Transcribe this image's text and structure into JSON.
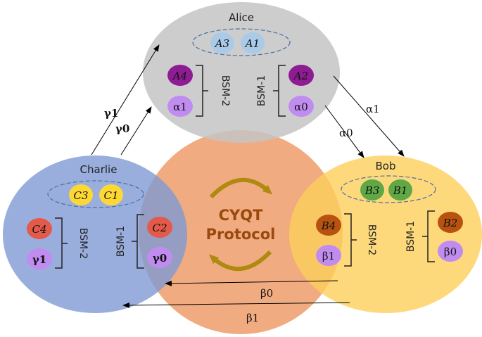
{
  "center": {
    "line1": "CYQT",
    "line2": "Protocol"
  },
  "alice": {
    "name": "Alice",
    "pair": [
      "A3",
      "A1"
    ],
    "left_nodes": [
      "A4",
      "α1"
    ],
    "left_bsm": "BSM-2",
    "right_nodes": [
      "A2",
      "α0"
    ],
    "right_bsm": "BSM-1"
  },
  "bob": {
    "name": "Bob",
    "pair": [
      "B3",
      "B1"
    ],
    "left_nodes": [
      "B4",
      "β1"
    ],
    "left_bsm": "BSM-2",
    "right_nodes": [
      "B2",
      "β0"
    ],
    "right_bsm": "BSM-1"
  },
  "charlie": {
    "name": "Charlie",
    "pair": [
      "C3",
      "C1"
    ],
    "left_nodes": [
      "C4",
      "γ1"
    ],
    "left_bsm": "BSM-2",
    "right_nodes": [
      "C2",
      "γ0"
    ],
    "right_bsm": "BSM-1"
  },
  "arrows": {
    "gamma1": "γ1",
    "gamma0": "γ0",
    "alpha1": "α1",
    "alpha0": "α0",
    "beta0": "β0",
    "beta1": "β1"
  },
  "colors": {
    "alice_circle": "#c8c8c8",
    "bob_circle": "#fcd36a",
    "charlie_circle": "#8fa6d6",
    "center_circle": "#ef9c6a",
    "pair_blue": "#a9cbe8",
    "pair_yellow": "#fdd835",
    "pair_green": "#5fa845",
    "purple_dark": "#8e1c93",
    "purple_light": "#c08cf0",
    "red": "#e45a4a",
    "brown": "#b8520f",
    "arrow_gold": "#b08a10"
  }
}
